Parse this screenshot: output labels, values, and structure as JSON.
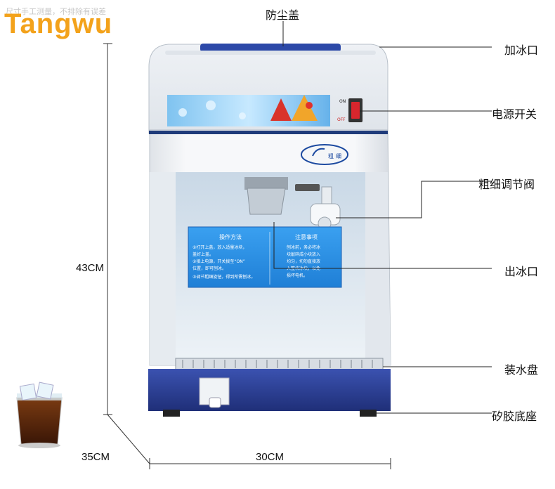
{
  "brand": {
    "name": "Tangwu",
    "watermark": "尺寸手工测量，不排除有误差",
    "color": "#f3a21b"
  },
  "labels": {
    "dust_cover": "防尘盖",
    "ice_inlet": "加冰口",
    "power_switch": "电源开关",
    "coarse_fine_valve": "粗细调节阀",
    "ice_outlet": "出冰口",
    "water_tray": "装水盘",
    "silicone_base": "矽胶底座"
  },
  "dimensions": {
    "height": "43CM",
    "depth": "35CM",
    "width": "30CM"
  },
  "switch": {
    "on": "ON",
    "off": "OFF"
  },
  "dial": {
    "left": "粗",
    "right": "细"
  },
  "panel_left": {
    "title": "操作方法",
    "lines": [
      "①打开上盖，放入适量冰块，",
      "   盖好上盖。",
      "②接上电源，开关拨至“ON”",
      "   位置，即可刨冰。",
      "③调节粗细旋钮，得到所需刨冰。"
    ]
  },
  "panel_right": {
    "title": "注意事项",
    "lines": [
      "刨冰前，务必将冰",
      "块敲碎成小块放入",
      "均匀，切勿直接放",
      "入整块冰块，以免",
      "损坏电机。"
    ]
  },
  "colors": {
    "body": "#f4f6f8",
    "base": "#2c3e94",
    "panel": "#2c8ee6",
    "accent": "#1c4aa0"
  }
}
